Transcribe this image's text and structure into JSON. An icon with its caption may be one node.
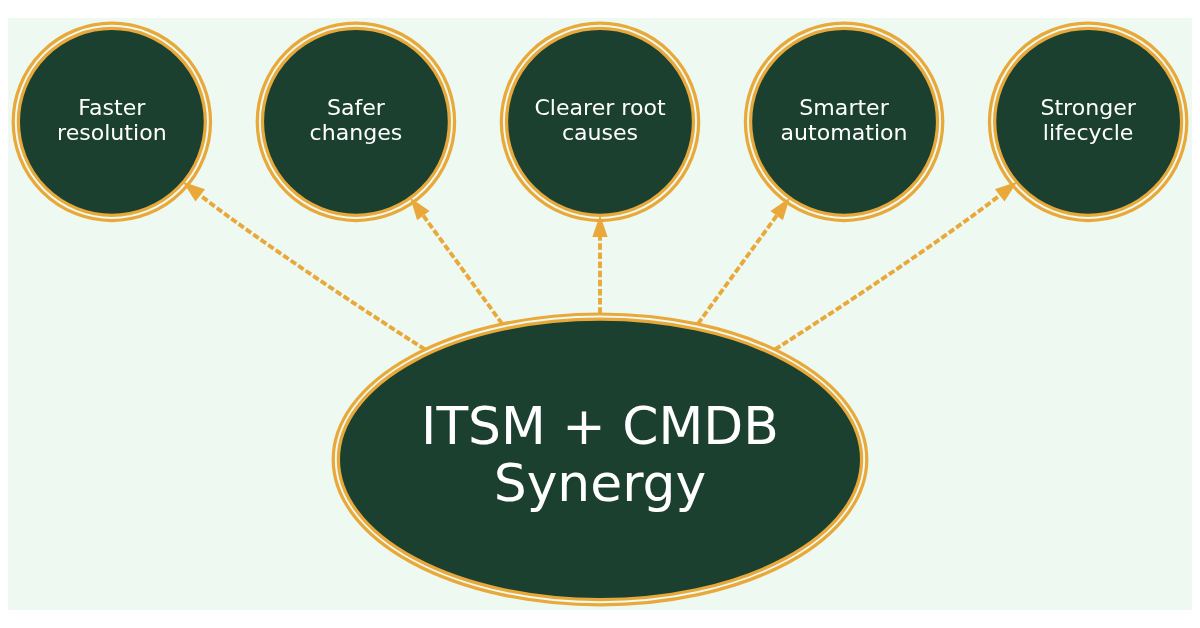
{
  "diagram": {
    "nodes": [
      {
        "text": [
          "ITSM + CMDB Synergy"
        ]
      },
      {
        "text": [
          "Faster resolution"
        ]
      },
      {
        "text": [
          "Safer changes"
        ]
      },
      {
        "text": [
          "Clearer root causes"
        ]
      },
      {
        "text": [
          "Smarter automation"
        ]
      },
      {
        "text": [
          "Stronger lifecycle"
        ]
      }
    ],
    "edges": [
      {
        "from": 0,
        "to": 1,
        "arrow": "to",
        "style": "dashed"
      },
      {
        "from": 0,
        "to": 2,
        "arrow": "to",
        "style": "dashed"
      },
      {
        "from": 0,
        "to": 3,
        "arrow": "to",
        "style": "dashed"
      },
      {
        "from": 0,
        "to": 4,
        "arrow": "to",
        "style": "dashed"
      },
      {
        "from": 0,
        "to": 5,
        "arrow": "to",
        "style": "dashed"
      }
    ]
  }
}
